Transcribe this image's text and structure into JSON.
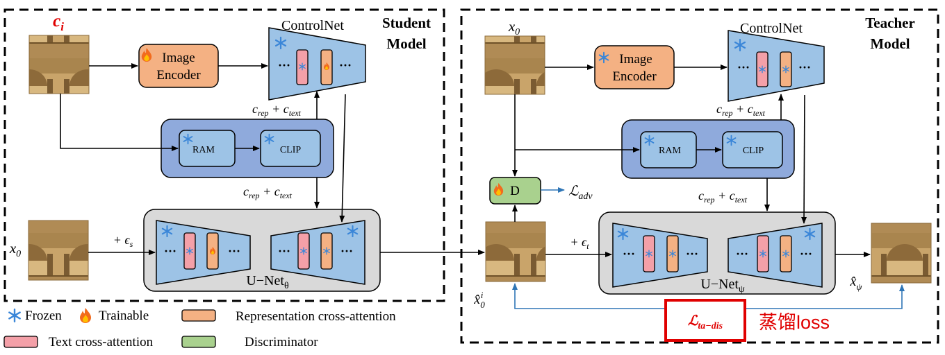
{
  "student": {
    "title_line1": "Student",
    "title_line2": "Model",
    "ci_base": "c",
    "ci_sub": "i",
    "image_encoder_line1": "Image",
    "image_encoder_line2": "Encoder",
    "controlnet": "ControlNet",
    "ram": "RAM",
    "clip": "CLIP",
    "cond_label": "c_rep + c_text",
    "x0": "x0",
    "noise": "+ ϵs",
    "unet_base": "U−Net",
    "unet_sub": "θ"
  },
  "teacher": {
    "title_line1": "Teacher",
    "title_line2": "Model",
    "x0": "x0",
    "image_encoder_line1": "Image",
    "image_encoder_line2": "Encoder",
    "controlnet": "ControlNet",
    "ram": "RAM",
    "clip": "CLIP",
    "cond_label": "c_rep + c_text",
    "discriminator": "D",
    "adv_loss": "L_adv",
    "noise": "+ ϵt",
    "unet_base": "U−Net",
    "unet_sub": "ψ",
    "xhat0i": "x̂0i",
    "xhatpsi": "x̂ψ",
    "ta_dis_loss": "L_ta−dis",
    "chinese_label": "蒸馏loss"
  },
  "legend": {
    "frozen": "Frozen",
    "trainable": "Trainable",
    "repr": "Representation cross-attention",
    "text": "Text cross-attention",
    "disc": "Discriminator"
  },
  "colors": {
    "blue_fill": "#9dc3e6",
    "panel_fill": "#8faadc",
    "orange_fill": "#f4b183",
    "pink_fill": "#f4a0a8",
    "green_fill": "#a9d18e",
    "grey_fill": "#d9d9d9",
    "red": "#e00000",
    "arrow_blue": "#2e75b6"
  }
}
